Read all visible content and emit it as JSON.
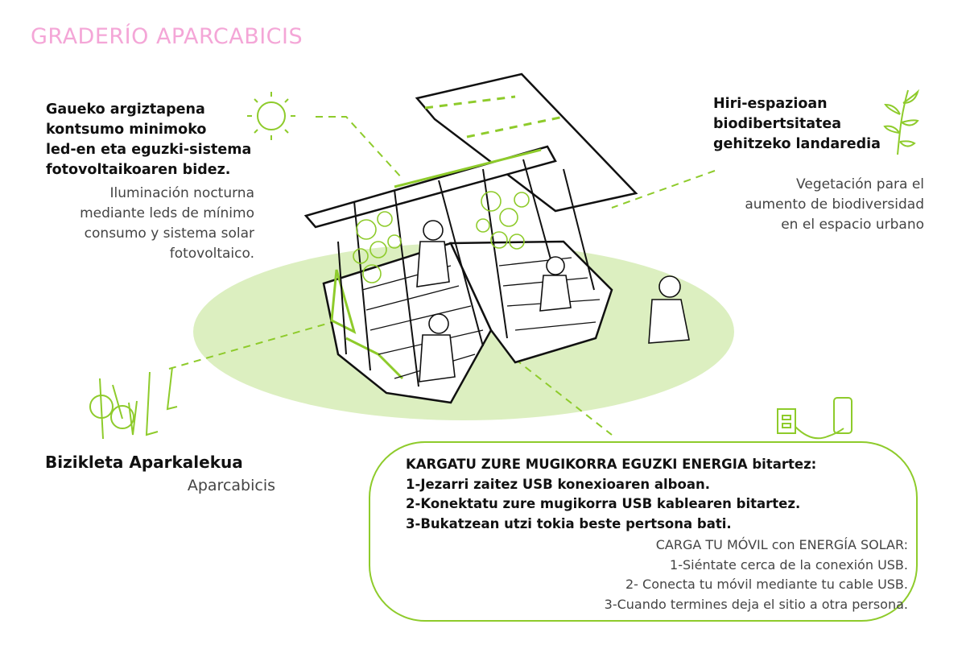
{
  "title": "GRADERÍO APARCABICIS",
  "lighting": {
    "eu": [
      "Gaueko argiztapena",
      "kontsumo minimoko",
      "led-en eta eguzki-sistema",
      "fotovoltaikoaren bidez."
    ],
    "es": [
      "Iluminación nocturna",
      "mediante leds de mínimo",
      "consumo y sistema solar",
      "fotovoltaico."
    ]
  },
  "vegetation": {
    "eu": [
      "Hiri-espazioan",
      "biodibertsitatea",
      "gehitzeko landaredia"
    ],
    "es": [
      "Vegetación para el",
      "aumento de biodiversidad",
      "en el espacio urbano"
    ]
  },
  "bike": {
    "eu": "Bizikleta Aparkalekua",
    "es": "Aparcabicis"
  },
  "charge": {
    "eu": [
      "KARGATU ZURE MUGIKORRA EGUZKI ENERGIA bitartez:",
      "1-Jezarri zaitez USB konexioaren alboan.",
      "2-Konektatu zure mugikorra USB kablearen bitartez.",
      "3-Bukatzean utzi tokia beste pertsona bati."
    ],
    "es": [
      "CARGA TU MÓVIL con ENERGÍA SOLAR:",
      "1-Siéntate cerca de la conexión USB.",
      "2- Conecta tu móvil mediante tu cable USB.",
      "3-Cuando termines deja el sitio a otra persona."
    ]
  },
  "colors": {
    "accent": "#8ecb2b",
    "title": "#f4a6d7",
    "ground": "#dcefc0"
  },
  "icons": [
    "sun-icon",
    "leaf-icon",
    "bicycle-rack-icon",
    "usb-outlet-icon",
    "phone-icon"
  ]
}
